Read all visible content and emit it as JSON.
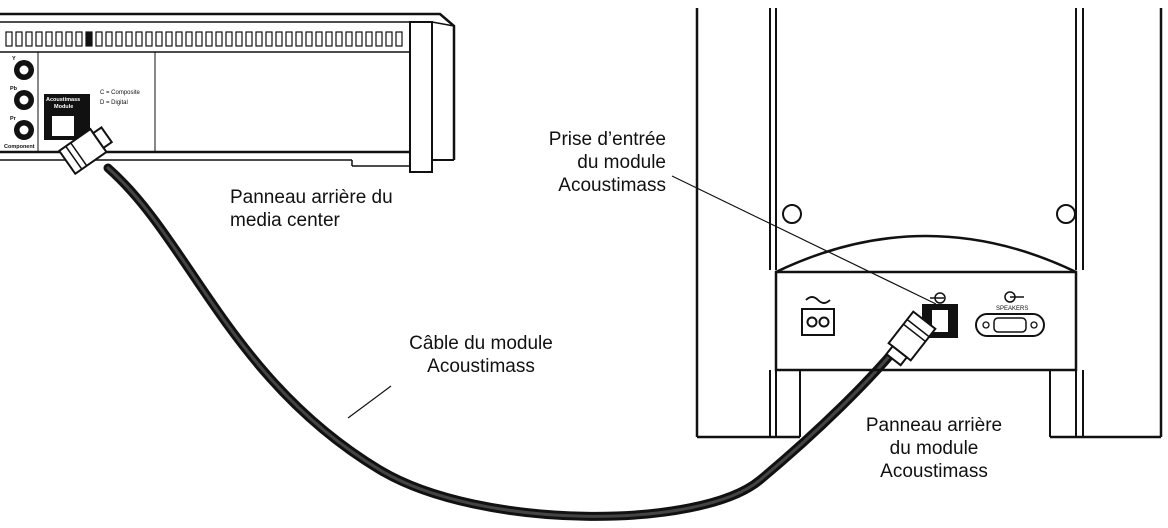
{
  "callouts": {
    "media_center_panel": [
      "Panneau arrière du",
      "media center"
    ],
    "input_jack": [
      "Prise d’entrée",
      "du module",
      "Acoustimass"
    ],
    "cable": [
      "Câble du module",
      "Acoustimass"
    ],
    "module_panel": [
      "Panneau arrière",
      "du module",
      "Acoustimass"
    ]
  },
  "media_center_labels": {
    "jack_y": "Y",
    "jack_pb": "Pb",
    "jack_pr": "Pr",
    "component": "Component",
    "acoustimass_module": [
      "Acoustimass",
      "Module"
    ],
    "legend": [
      "C = Composite",
      "D = Digital"
    ]
  },
  "module_labels": {
    "speakers": "SPEAKERS"
  },
  "icons": [
    "ac-power-icon",
    "input-arrow-icon",
    "speaker-output-icon"
  ]
}
